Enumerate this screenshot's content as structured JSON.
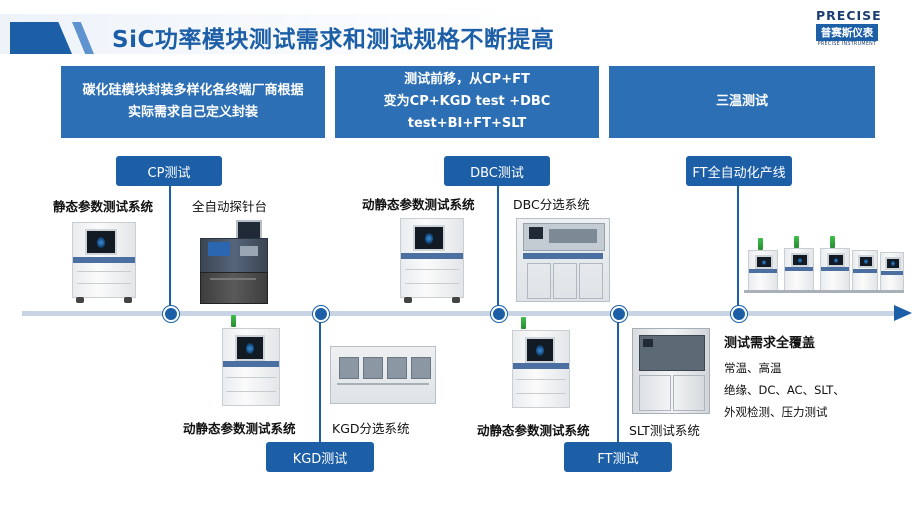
{
  "header": {
    "title": "SiC功率模块测试需求和测试规格不断提高",
    "logo": {
      "name": "PRECISE",
      "cn": "普赛斯仪表",
      "en": "PRECISE INSTRUMENT"
    }
  },
  "panels": [
    {
      "line1": "碳化硅模块封装多样化各终端厂商根据",
      "line2": "实际需求自己定义封装"
    },
    {
      "line1": "测试前移，从CP+FT",
      "line2": "变为CP+KGD test +DBC test+BI+FT+SLT"
    },
    {
      "line1": "三温测试",
      "line2": ""
    }
  ],
  "stages": {
    "cp": "CP测试",
    "dbc": "DBC测试",
    "ft_line": "FT全自动化产线",
    "kgd": "KGD测试",
    "ft": "FT测试"
  },
  "labels": {
    "static_system": "静态参数测试系统",
    "auto_prober": "全自动探针台",
    "dyn_static_top": "动静态参数测试系统",
    "dbc_sort": "DBC分选系统",
    "dyn_static_bottom1": "动静态参数测试系统",
    "kgd_sort": "KGD分选系统",
    "dyn_static_bottom2": "动静态参数测试系统",
    "slt_system": "SLT测试系统"
  },
  "coverage": {
    "title": "测试需求全覆盖",
    "items": [
      "常温、高温",
      "绝缘、DC、AC、SLT、",
      "外观检测、压力测试"
    ]
  },
  "colors": {
    "primary": "#1d5fa7",
    "panel": "#2d6fb5",
    "timeline": "#c8d3e4"
  }
}
